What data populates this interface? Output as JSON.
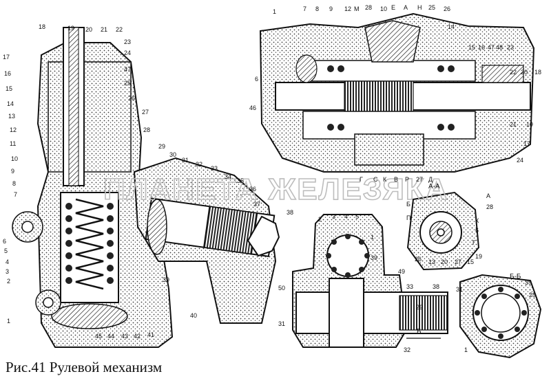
{
  "caption": "Рис.41 Рулевой механизм",
  "watermark": "ПЛАНЕТА ЖЕЛЕЗЯКА",
  "section_labels": {
    "aa": "А-А",
    "bb": "Б-Б",
    "b_arrow": "Б"
  },
  "callouts": {
    "left": [
      "18",
      "19",
      "20",
      "21",
      "22",
      "23",
      "24",
      "47",
      "25",
      "26",
      "27",
      "28",
      "17",
      "16",
      "15",
      "14",
      "13",
      "12",
      "11",
      "10",
      "9",
      "8",
      "7",
      "6",
      "5",
      "4",
      "3",
      "2",
      "1",
      "29",
      "30",
      "31",
      "32",
      "33",
      "34",
      "35",
      "36",
      "37",
      "38",
      "39",
      "40",
      "41",
      "42",
      "43",
      "44",
      "45"
    ],
    "top": [
      "1",
      "7",
      "8",
      "9",
      "12",
      "М",
      "28",
      "10",
      "Е",
      "А",
      "Н",
      "25",
      "26",
      "14",
      "15",
      "16",
      "47",
      "48",
      "23",
      "22",
      "20",
      "18",
      "6",
      "46",
      "21",
      "19",
      "17",
      "24",
      "Г",
      "С",
      "К",
      "В",
      "Р",
      "27",
      "Д"
    ],
    "aa": [
      "А",
      "28",
      "Б",
      "П",
      "К",
      "6",
      "Г",
      "19",
      "26",
      "13",
      "20",
      "27",
      "15"
    ],
    "mid": [
      "2",
      "3",
      "4",
      "5",
      "1",
      "39",
      "49",
      "33",
      "38",
      "50",
      "29",
      "31",
      "32"
    ],
    "bb": [
      "39",
      "31",
      "29",
      "1"
    ]
  }
}
